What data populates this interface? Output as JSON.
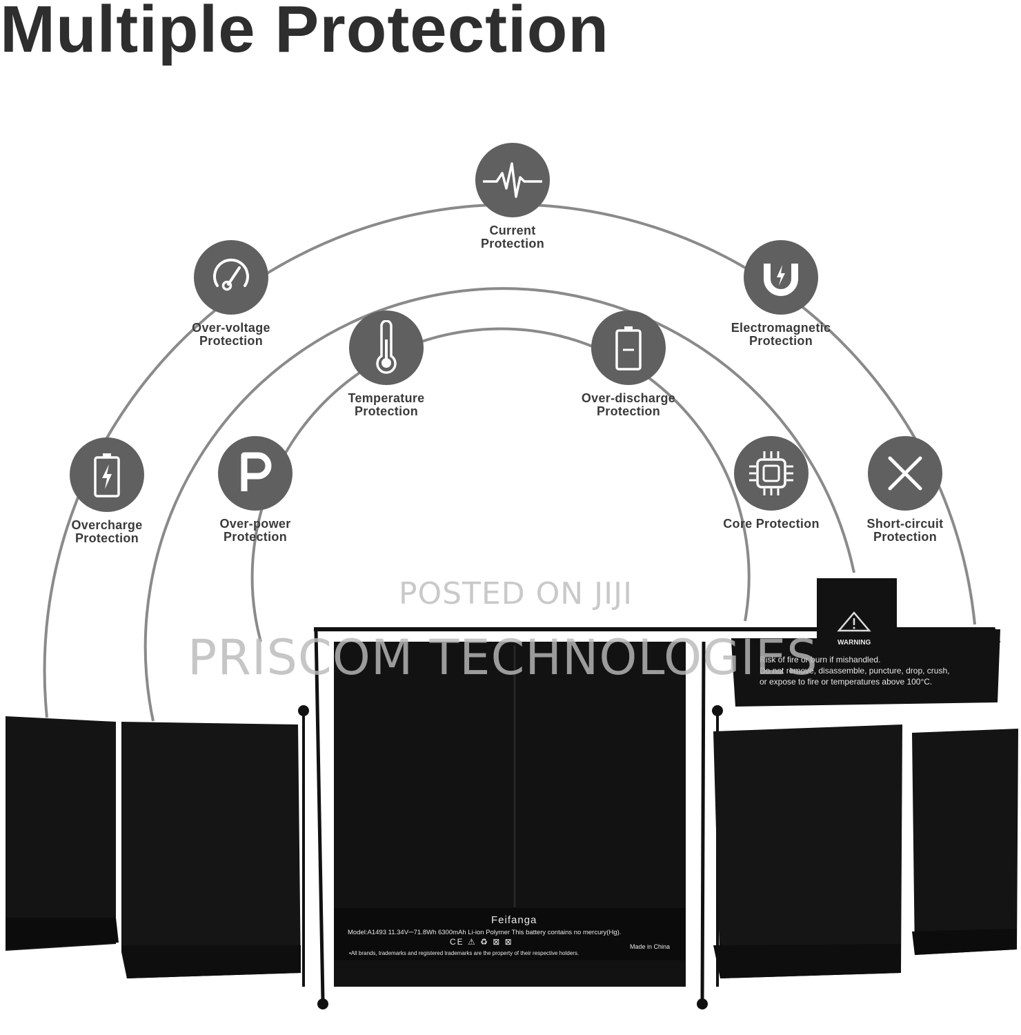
{
  "title": "Multiple Protection",
  "colors": {
    "icon_circle": "#606060",
    "arc": "#8a8a8a",
    "battery": "#141414",
    "title_text": "#2e2e2e"
  },
  "features": [
    {
      "key": "current",
      "icon": "pulse-icon",
      "label": "Current\nProtection"
    },
    {
      "key": "over_voltage",
      "icon": "gauge-icon",
      "label": "Over-voltage\nProtection"
    },
    {
      "key": "electromagnetic",
      "icon": "magnet-icon",
      "label": "Electromagnetic\nProtection"
    },
    {
      "key": "temperature",
      "icon": "thermometer-icon",
      "label": "Temperature\nProtection"
    },
    {
      "key": "over_discharge",
      "icon": "low-battery-icon",
      "label": "Over-discharge\nProtection"
    },
    {
      "key": "overcharge",
      "icon": "charging-battery-icon",
      "label": "Overcharge\nProtection"
    },
    {
      "key": "over_power",
      "icon": "p-letter-icon",
      "label": "Over-power\nProtection"
    },
    {
      "key": "core",
      "icon": "chip-icon",
      "label": "Core Protection"
    },
    {
      "key": "short_circuit",
      "icon": "x-icon",
      "label": "Short-circuit\nProtection"
    }
  ],
  "watermark": {
    "line1": "POSTED ON JIJI",
    "line2": "PRISCOM TECHNOLOGIES"
  },
  "battery": {
    "brand": "Feifanga",
    "model_text": "Model:A1493 11.34V⎓71.8Wh 6300mAh Li-ion Polymer This battery contains no mercury(Hg).",
    "made_in": "Made in China",
    "rights_text": "•All brands, trademarks and registered trademarks are the property of their respective holders.",
    "warning_title": "WARNING",
    "warning_line1": "Risk of fire or burn if mishandled.",
    "warning_line2": "Do not remove, disassemble, puncture, drop, crush,",
    "warning_line3": "or expose to fire or temperatures above 100°C."
  }
}
